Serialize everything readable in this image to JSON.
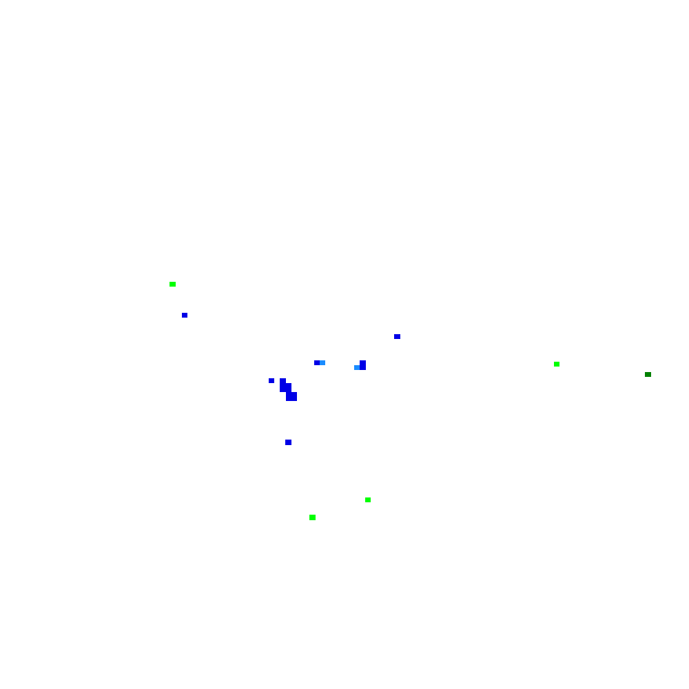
{
  "map": {
    "background": "#ffffff",
    "palette": {
      "blue": "#0000e6",
      "light_blue": "#1a8cff",
      "bright_green": "#00ff00",
      "dark_green": "#008000"
    },
    "marker_kinds": [
      "blue",
      "light_blue",
      "bright_green",
      "dark_green"
    ]
  }
}
